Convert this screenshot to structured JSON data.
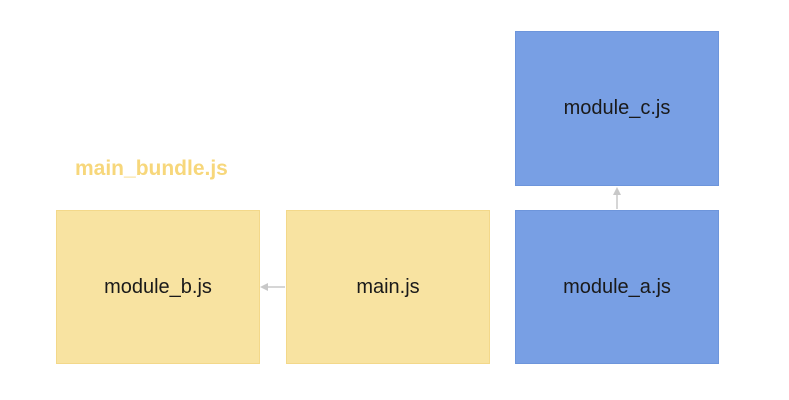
{
  "bundle": {
    "label": "main_bundle.js"
  },
  "modules": {
    "module_b": "module_b.js",
    "main": "main.js",
    "module_a": "module_a.js",
    "module_c": "module_c.js"
  },
  "colors": {
    "bundle_fill": "#f8e3a1",
    "bundle_label": "#f7d77b",
    "external_fill": "#789fe4",
    "arrow": "#c8c8c8"
  }
}
